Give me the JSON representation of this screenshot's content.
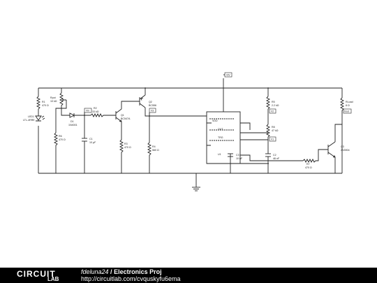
{
  "footer": {
    "logo_top": "CIRCUIT",
    "logo_bottom": "LAB",
    "author": "fdeluna24",
    "separator": " / ",
    "project": "Electronics Proj",
    "url": "http://circuitlab.com/cvquskyfu6ema"
  },
  "components": {
    "led1": [
      "LED1",
      "LTL-4RRE"
    ],
    "r1": [
      "R1",
      "470 Ω"
    ],
    "rpot": [
      "Rpot",
      "10 kΩ"
    ],
    "d1": [
      "D1",
      "1N4001"
    ],
    "r6": [
      "R6",
      "470 Ω"
    ],
    "c1": [
      "C1",
      "10 µF"
    ],
    "r2": [
      "R2",
      "33 kΩ"
    ],
    "q1": [
      "Q1",
      "BC547A"
    ],
    "r3": [
      "R3",
      "470 Ω"
    ],
    "q2": [
      "Q2",
      "BC556"
    ],
    "r4": [
      "R4",
      "560 Ω"
    ],
    "u1": [
      "U1"
    ],
    "c3": [
      "C3",
      "10 nF"
    ],
    "r5": [
      "R5",
      "2.2 kΩ"
    ],
    "r8": [
      "R8",
      "47 kΩ"
    ],
    "c2": [
      "C2",
      "46 nF"
    ],
    "r7": [
      "R7",
      "470 Ω"
    ],
    "q3": [
      "Q3",
      "2N3904"
    ],
    "rload": [
      "RLoad",
      "8 Ω"
    ]
  },
  "nodes": {
    "vcc": "+6V",
    "vin": "Vin",
    "vout": "Vout",
    "v1": "V1",
    "v2": "V2",
    "v3": "V3",
    "out": "OUT",
    "vdd": "VDD",
    "trg": "TRG"
  }
}
